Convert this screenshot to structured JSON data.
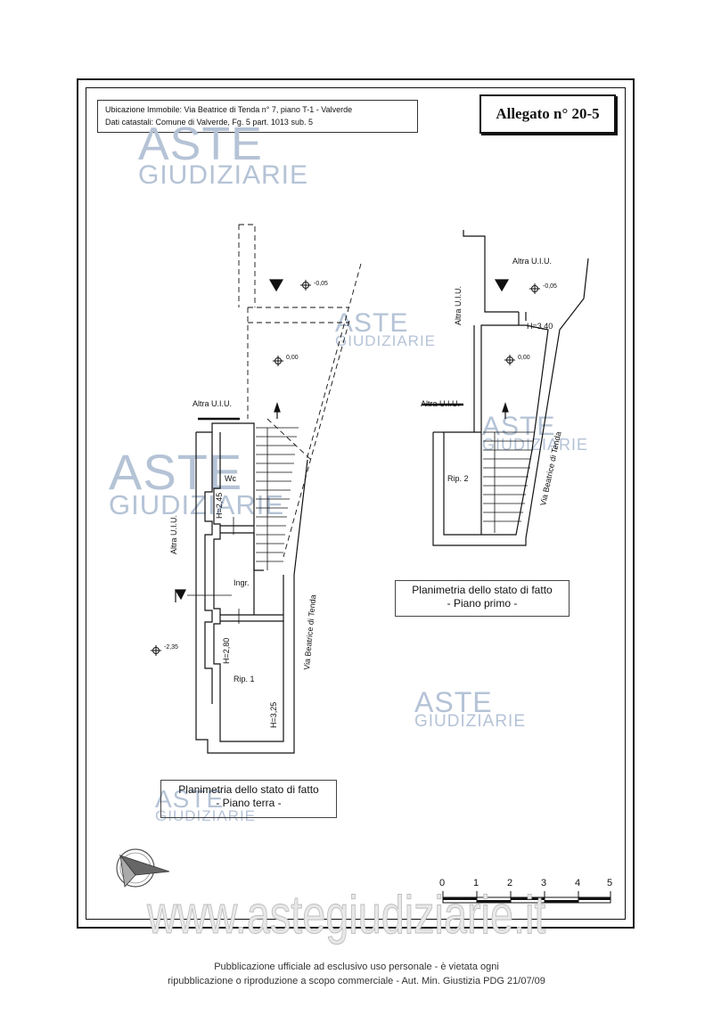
{
  "header": {
    "ubicazione": "Ubicazione Immobile: Via Beatrice di Tenda n° 7, piano T-1 - Valverde",
    "dati_catastali": "Dati catastali: Comune di Valverde, Fg. 5 part. 1013 sub. 5",
    "allegato": "Allegato n° 20-5"
  },
  "watermark": {
    "line1": "ASTE",
    "line2": "GIUDIZIARIE",
    "url": "www.astegiudiziarie.it"
  },
  "plan_terra": {
    "labels": {
      "altra_top": "Altra U.I.U.",
      "altra_side": "Altra U.I.U.",
      "wc": "Wc",
      "ingr": "Ingr.",
      "rip1": "Rip. 1",
      "h245": "H=2,45",
      "h280": "H=2,80",
      "h325": "H=3,25",
      "street": "Via Beatrice di Tenda",
      "lvl_m005": "-0,05",
      "lvl_000": "0,00",
      "lvl_m235": "-2,35"
    },
    "caption_line1": "Planimetria dello stato di fatto",
    "caption_line2": "- Piano terra -"
  },
  "plan_primo": {
    "labels": {
      "altra_top": "Altra U.I.U.",
      "altra_side_v": "Altra U.I.U.",
      "altra_side_h": "Altra U.I.U.",
      "rip2": "Rip. 2",
      "h340": "H=3,40",
      "street": "Via Beatrice di Tenda",
      "lvl_m005": "-0,05",
      "lvl_000": "0,00"
    },
    "caption_line1": "Planimetria dello stato di fatto",
    "caption_line2": "- Piano primo -"
  },
  "scale_bar": {
    "ticks": [
      "0",
      "1",
      "2",
      "3",
      "4",
      "5"
    ]
  },
  "footer": {
    "line1": "Pubblicazione ufficiale ad esclusivo uso personale - è vietata ogni",
    "line2": "ripubblicazione o riproduzione a scopo commerciale - Aut. Min. Giustizia PDG 21/07/09"
  }
}
